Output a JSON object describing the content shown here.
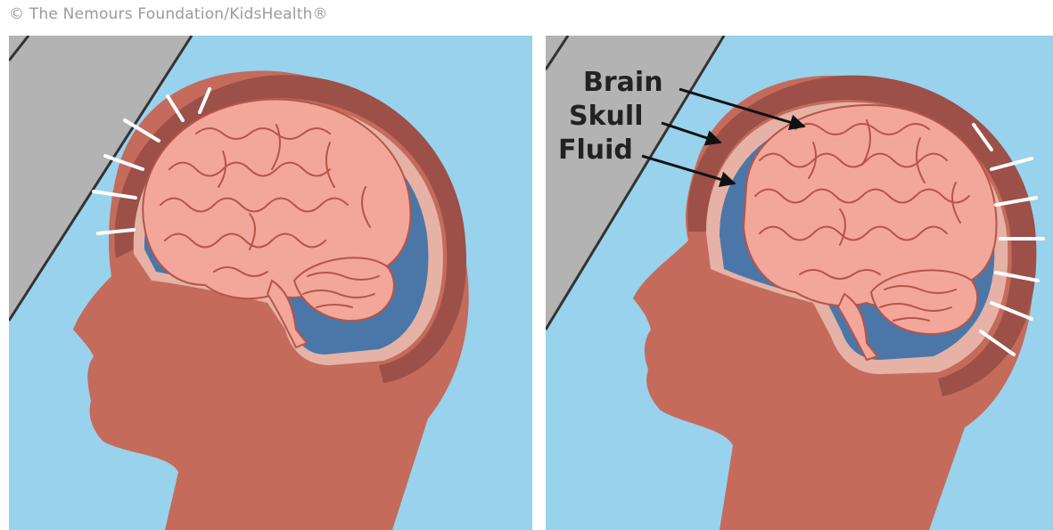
{
  "credit": "© The Nemours Foundation/KidsHealth®",
  "labels": {
    "brain": "Brain",
    "skull": "Skull",
    "fluid": "Fluid"
  },
  "colors": {
    "background": "#99d2ec",
    "wall": "#b3b3b3",
    "skin": "#c46b5c",
    "scalp": "#9c5048",
    "skull_bone": "#e6b2a6",
    "fluid": "#4b77a8",
    "brain": "#f3a79a",
    "brain_folds": "#b55548",
    "impact_lines": "#ffffff"
  },
  "panels": [
    {
      "id": "left",
      "description_icon": "head-hitting-wall-icon"
    },
    {
      "id": "right",
      "description_icon": "brain-rebounding-icon"
    }
  ]
}
